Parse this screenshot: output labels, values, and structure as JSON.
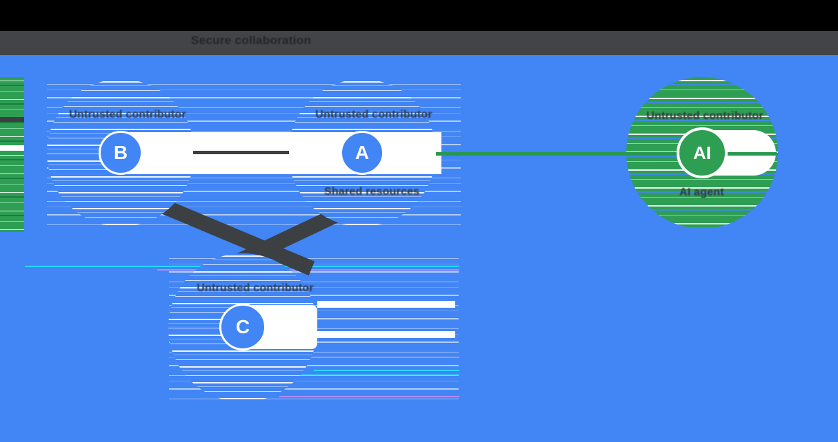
{
  "header": {
    "title": "Secure collaboration"
  },
  "nodes": [
    {
      "id": "B",
      "letter": "B",
      "label": "Untrusted contributor",
      "sub": ""
    },
    {
      "id": "A",
      "letter": "A",
      "label": "Untrusted contributor",
      "sub": "Shared resources"
    },
    {
      "id": "C",
      "letter": "C",
      "label": "Untrusted contributor",
      "sub": ""
    },
    {
      "id": "AI",
      "letter": "AI",
      "label": "Untrusted contributor",
      "sub": "AI agent"
    }
  ],
  "colors": {
    "background_blue": "#4285f4",
    "node_green": "#2e9e53",
    "dark_line": "#3c4043",
    "header_gray": "#434447",
    "header_black": "#000000",
    "white": "#ffffff",
    "glitch_cyan": "#2bd9ff",
    "glitch_purple": "#b18cff"
  }
}
